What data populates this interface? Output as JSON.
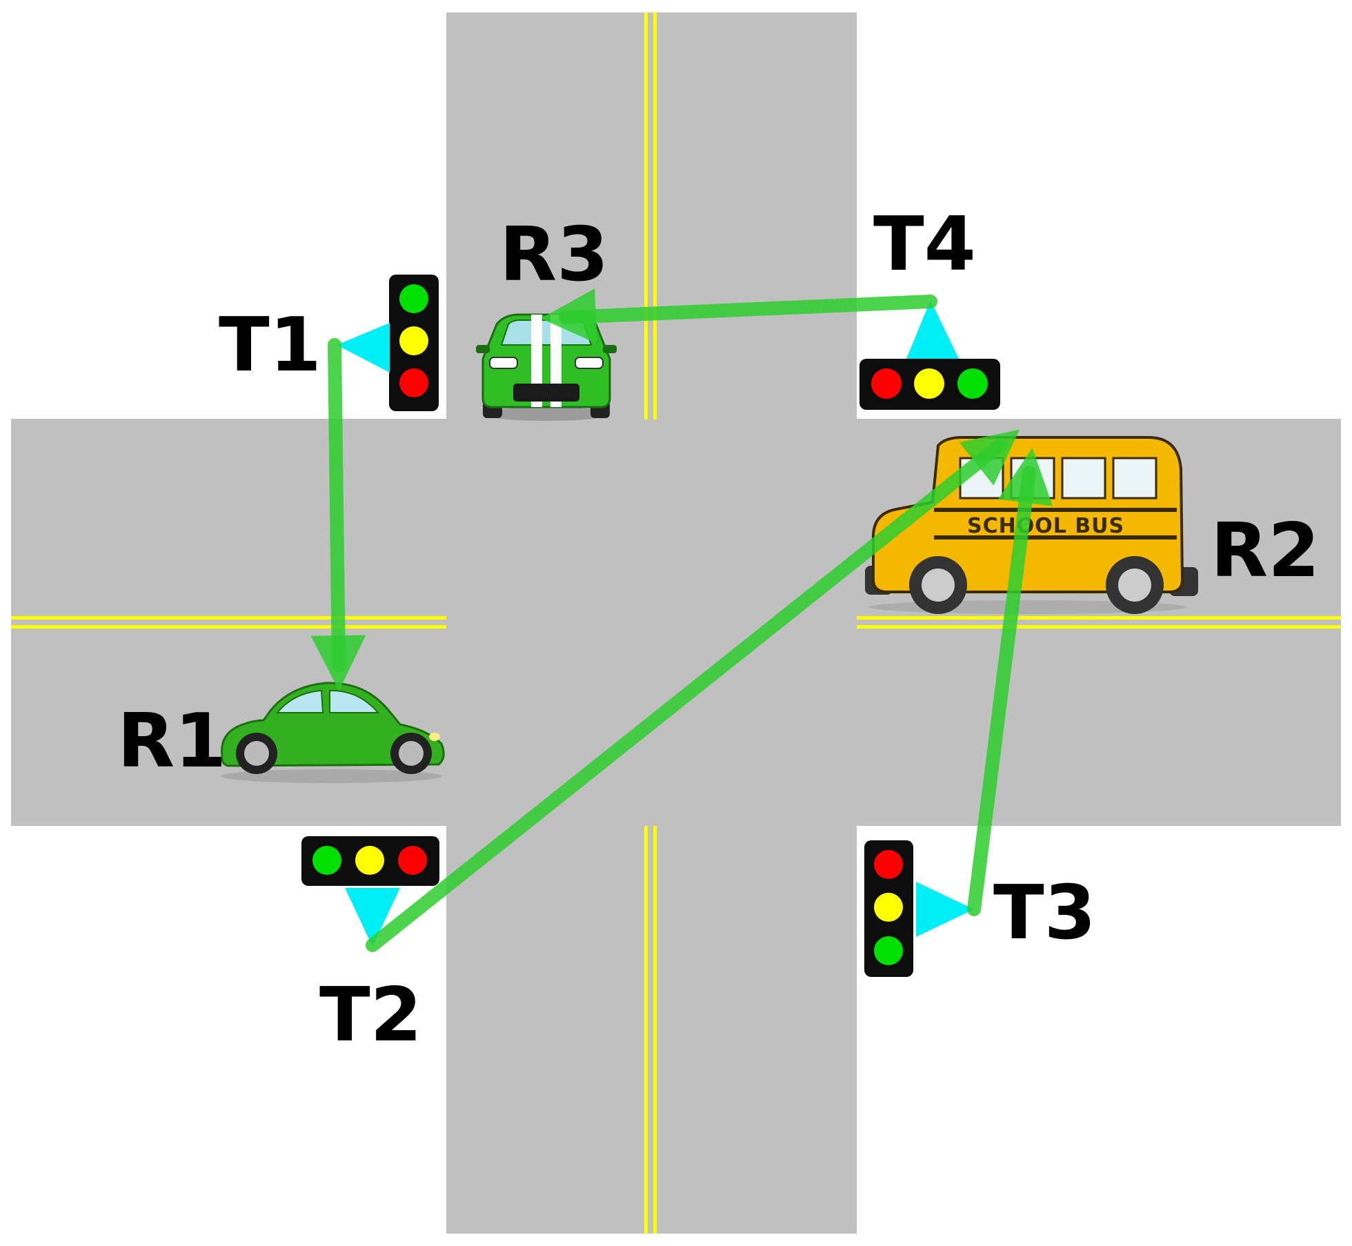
{
  "labels": {
    "t1": "T1",
    "t2": "T2",
    "t3": "T3",
    "t4": "T4",
    "r1": "R1",
    "r2": "R2",
    "r3": "R3"
  },
  "bus_text": "SCHOOL BUS",
  "icons": {
    "traffic_light": "traffic-light-icon",
    "sensor": "cyan-triangle-icon",
    "car": "green-car-icon",
    "bus": "school-bus-icon"
  },
  "connections": [
    {
      "from": "T1",
      "to": "R1"
    },
    {
      "from": "T2",
      "to": "R2"
    },
    {
      "from": "T3",
      "to": "R2"
    },
    {
      "from": "T4",
      "to": "R3"
    }
  ],
  "colors": {
    "road": "#c0c0c0",
    "lane_line": "#ffff00",
    "arrow": "#2ecc2e",
    "sensor": "#00eef5",
    "light_housing": "#0d0d0d",
    "light_red": "#ff0000",
    "light_yellow": "#ffff00",
    "light_green": "#00e000",
    "car": "#33b01f",
    "bus": "#f5b800"
  }
}
